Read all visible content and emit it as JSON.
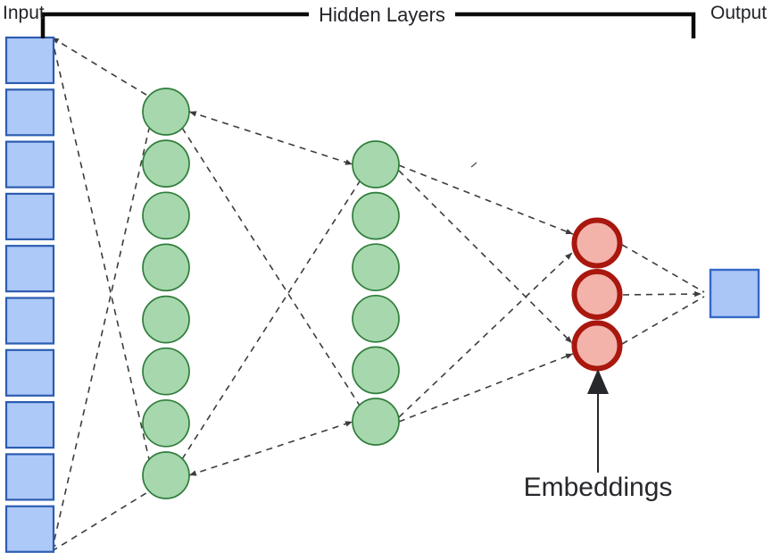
{
  "title": "Neural network autoencoder diagram",
  "labels": {
    "input": "Input",
    "hidden_layers": "Hidden Layers",
    "output": "Output",
    "embeddings": "Embeddings"
  },
  "layers": {
    "input": {
      "shape": "square",
      "count": 10
    },
    "hidden1": {
      "shape": "circle",
      "count": 8
    },
    "hidden2": {
      "shape": "circle",
      "count": 6
    },
    "embeddings": {
      "shape": "circle",
      "count": 3
    },
    "output": {
      "shape": "square",
      "count": 1
    }
  },
  "colors": {
    "input_fill": "#adc9f8",
    "input_border": "#2c5cb0",
    "hidden_fill": "#a6d7ad",
    "hidden_border": "#2f7d3a",
    "embedding_fill": "#f3b3ab",
    "embedding_border": "#a9170e",
    "output_fill": "#a9c6f7",
    "output_border": "#3568c6",
    "connector": "#3c3c3c",
    "bracket": "#0b0b0b",
    "arrow": "#26282c",
    "label_text": "#212327"
  }
}
